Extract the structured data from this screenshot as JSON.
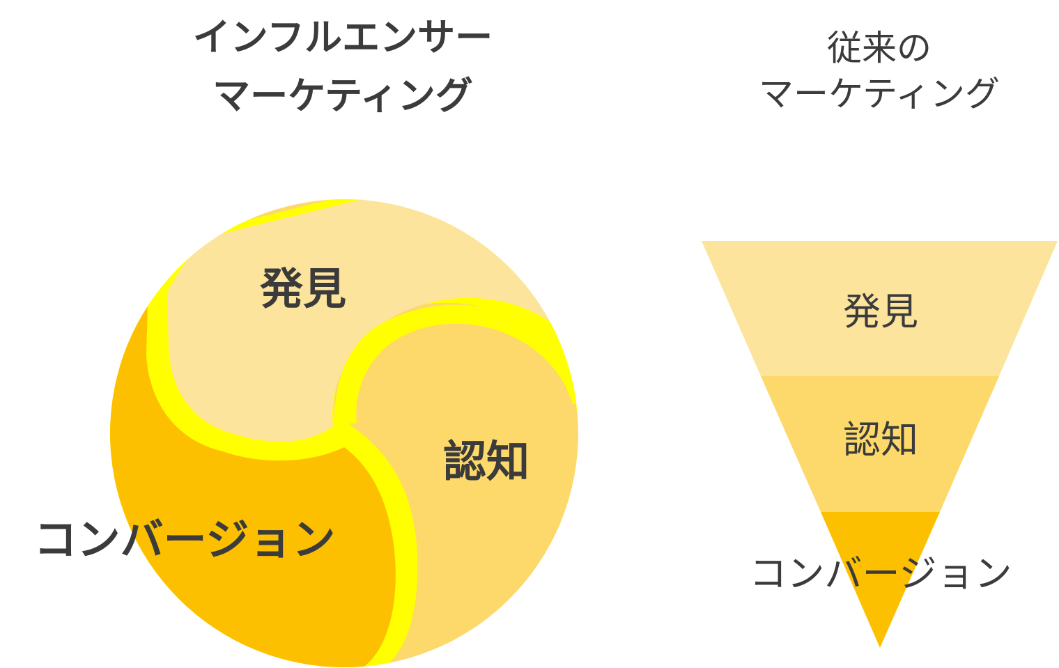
{
  "influencer": {
    "title_line1": "インフルエンサー",
    "title_line2": "マーケティング",
    "segments": [
      {
        "label": "発見",
        "color": "#fde49d"
      },
      {
        "label": "認知",
        "color": "#fdd86a"
      },
      {
        "label": "コンバージョン",
        "color": "#fdc000"
      }
    ],
    "divider_color": "#ffff00"
  },
  "traditional": {
    "title_line1": "従来の",
    "title_line2": "マーケティング",
    "levels": [
      {
        "label": "発見",
        "color": "#fde49d"
      },
      {
        "label": "認知",
        "color": "#fdd86a"
      },
      {
        "label": "コンバージョン",
        "color": "#fdc000"
      }
    ]
  },
  "colors": {
    "text": "#3b3b3b",
    "background": "#ffffff"
  }
}
